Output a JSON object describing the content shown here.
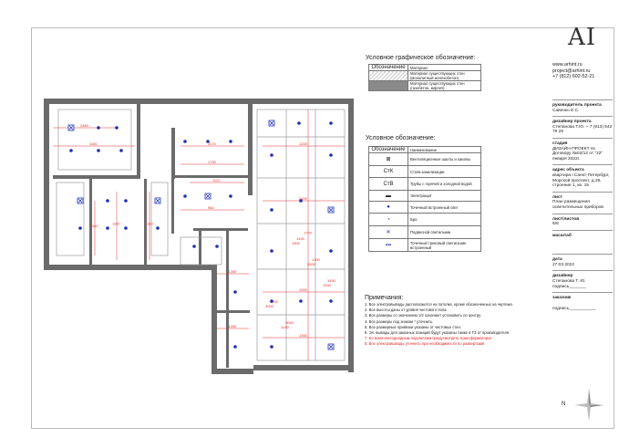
{
  "logo": "AI",
  "contacts": [
    "www.arhint.ru",
    "project@arhint.ru",
    "+7 (812) 602-52-21"
  ],
  "legend_graphic": {
    "title": "Условное графическое обозначение:",
    "header": [
      "Обозначение",
      "Материал"
    ],
    "rows": [
      {
        "material": "Материал существующих стен (монолитный железобетон)"
      },
      {
        "material": "Материал существующих стен (газобетон, кирпич)"
      }
    ]
  },
  "legend_symbols": {
    "title": "Условное обозначение:",
    "header": [
      "Обозначение",
      "Наименование"
    ],
    "rows": [
      {
        "symbol": "⊠",
        "name": "Вентиляционные шахты и каналы"
      },
      {
        "symbol": "СтК",
        "name": "Стояк канализации"
      },
      {
        "symbol": "СтВ",
        "name": "Трубы с горячей и холодной водой"
      },
      {
        "symbol": "▬",
        "name": "Электрощит"
      },
      {
        "symbol": "●",
        "name": "Точечный встроенный свет"
      },
      {
        "symbol": "◔",
        "name": "Бра"
      },
      {
        "symbol": "✕",
        "name": "Подвесной светильник"
      },
      {
        "symbol": "▪▪▪",
        "name": "Точечный трековый светильник встроенный"
      }
    ]
  },
  "notes": {
    "title": "Примечания:",
    "items": [
      "1. Все электровыводы располагаются на потолке, кроме обозначенных на чертеже.",
      "2. Все высоты даны от уровня чистового пола.",
      "3. Все размеры со значением 1/2 означают установить по центру.",
      "4. Все размеры под знаком * уточнить.",
      "5. Все размерные привязки указаны от чистовых стен.",
      "6. Эл. выводы для заказных позиций будут указаны также в ТЗ от производителя."
    ],
    "red_items": [
      "7. Ко всем светодиодным подсветкам предусмотреть трансформаторы!",
      "8. Все электровыводы уточнить при необходимости по разверткам!"
    ]
  },
  "title_block": [
    {
      "label": "руководитель проекта",
      "value": "Савенко Е.С."
    },
    {
      "label": "дизайнер проекта",
      "value": "Степанова Т.Ю. + 7 (913) 642 79 26"
    },
    {
      "label": "стадия",
      "value": "ДИЗАЙН-ПРОЕКТ по Договору №02/12 от \"22\" января 2022г."
    },
    {
      "label": "адрес объекта",
      "value": "квартира г.Санкт-Петербург, Морской проспект, д.29, строение 1, кв. 15"
    },
    {
      "label": "лист",
      "value": "План размещения осветительных приборов"
    },
    {
      "label": "лист/листов",
      "value": "6/8"
    },
    {
      "label": "масштаб",
      "value": ""
    },
    {
      "label": "дата",
      "value": "27.03.2022"
    },
    {
      "label": "дизайнер",
      "value": "Степанова Т. Ю. подпись_______"
    },
    {
      "label": "заказчик",
      "value": "подпись___________"
    }
  ],
  "plan_dims": [
    "2460",
    "1160",
    "1160",
    "1160",
    "1160",
    "2070",
    "1790",
    "1120",
    "960",
    "1200",
    "2400",
    "1000",
    "1360",
    "1300",
    "1430",
    "1700",
    "1300",
    "2500",
    "1300",
    "3000",
    "1280",
    "1490",
    "1300",
    "1430",
    "1200",
    "3060"
  ],
  "compass_label": "N",
  "colors": {
    "wall": "#6b6b6b",
    "dim": "#e23030",
    "light": "#1f2fb8",
    "grid": "#9a9a9a"
  }
}
